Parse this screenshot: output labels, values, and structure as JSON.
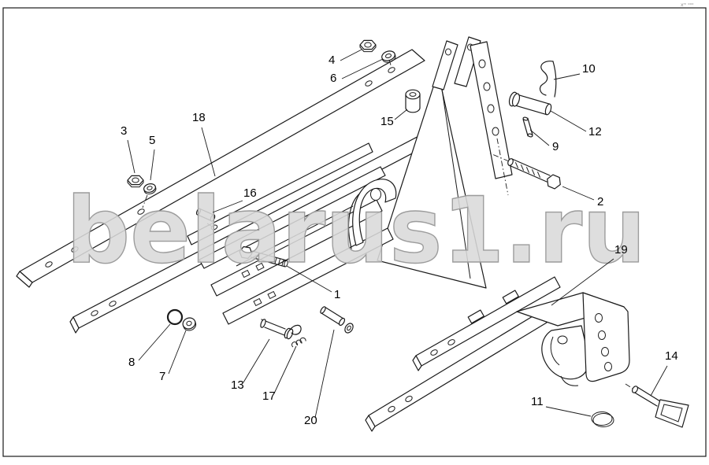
{
  "meta": {
    "watermark": "belarus1.ru",
    "corner_text": "xᵐ ᵒᵒᵒ"
  },
  "colors": {
    "line": "#1a1a1a",
    "watermark_fill": "#d9d9d9",
    "watermark_stroke": "#9c9c9c",
    "background": "#ffffff"
  },
  "callouts": [
    {
      "label": "1"
    },
    {
      "label": "2"
    },
    {
      "label": "3"
    },
    {
      "label": "4"
    },
    {
      "label": "5"
    },
    {
      "label": "6"
    },
    {
      "label": "7"
    },
    {
      "label": "8"
    },
    {
      "label": "9"
    },
    {
      "label": "10"
    },
    {
      "label": "11"
    },
    {
      "label": "12"
    },
    {
      "label": "13"
    },
    {
      "label": "14"
    },
    {
      "label": "15"
    },
    {
      "label": "16"
    },
    {
      "label": "17"
    },
    {
      "label": "18"
    },
    {
      "label": "19"
    },
    {
      "label": "20"
    }
  ]
}
